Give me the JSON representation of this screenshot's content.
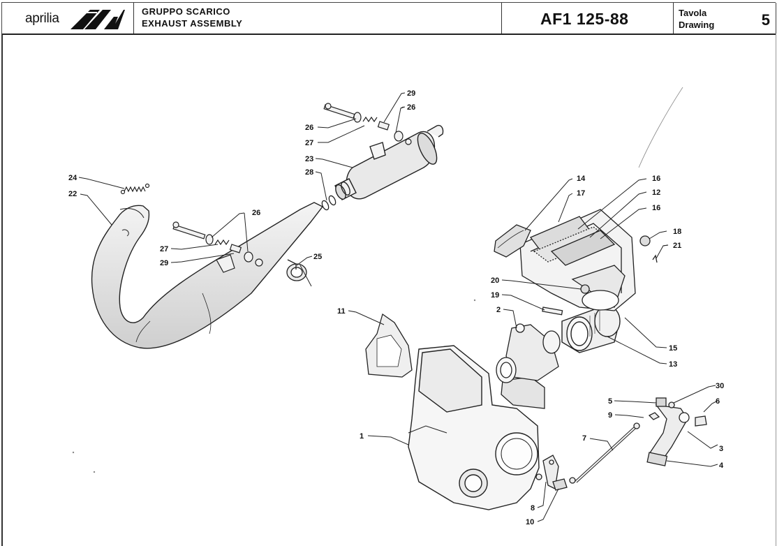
{
  "header": {
    "brand": "aprilia",
    "title_it": "GRUPPO SCARICO",
    "title_en": "EXHAUST ASSEMBLY",
    "model": "AF1 125-88",
    "table_label_it": "Tavola",
    "table_label_en": "Drawing",
    "sheet_number": "5"
  },
  "callouts": [
    {
      "id": "c1",
      "text": "1"
    },
    {
      "id": "c2",
      "text": "2"
    },
    {
      "id": "c3",
      "text": "3"
    },
    {
      "id": "c4",
      "text": "4"
    },
    {
      "id": "c5",
      "text": "5"
    },
    {
      "id": "c6",
      "text": "6"
    },
    {
      "id": "c7",
      "text": "7"
    },
    {
      "id": "c8",
      "text": "8"
    },
    {
      "id": "c9",
      "text": "9"
    },
    {
      "id": "c10",
      "text": "10"
    },
    {
      "id": "c11",
      "text": "11"
    },
    {
      "id": "c12",
      "text": "12"
    },
    {
      "id": "c13",
      "text": "13"
    },
    {
      "id": "c14",
      "text": "14"
    },
    {
      "id": "c15",
      "text": "15"
    },
    {
      "id": "c16a",
      "text": "16"
    },
    {
      "id": "c16b",
      "text": "16"
    },
    {
      "id": "c17",
      "text": "17"
    },
    {
      "id": "c18",
      "text": "18"
    },
    {
      "id": "c19",
      "text": "19"
    },
    {
      "id": "c20",
      "text": "20"
    },
    {
      "id": "c21",
      "text": "21"
    },
    {
      "id": "c22",
      "text": "22"
    },
    {
      "id": "c23",
      "text": "23"
    },
    {
      "id": "c24",
      "text": "24"
    },
    {
      "id": "c25",
      "text": "25"
    },
    {
      "id": "c26a",
      "text": "26"
    },
    {
      "id": "c26b",
      "text": "26"
    },
    {
      "id": "c26c",
      "text": "26"
    },
    {
      "id": "c27a",
      "text": "27"
    },
    {
      "id": "c27b",
      "text": "27"
    },
    {
      "id": "c28",
      "text": "28"
    },
    {
      "id": "c29a",
      "text": "29"
    },
    {
      "id": "c29b",
      "text": "29"
    },
    {
      "id": "c30",
      "text": "30"
    }
  ]
}
